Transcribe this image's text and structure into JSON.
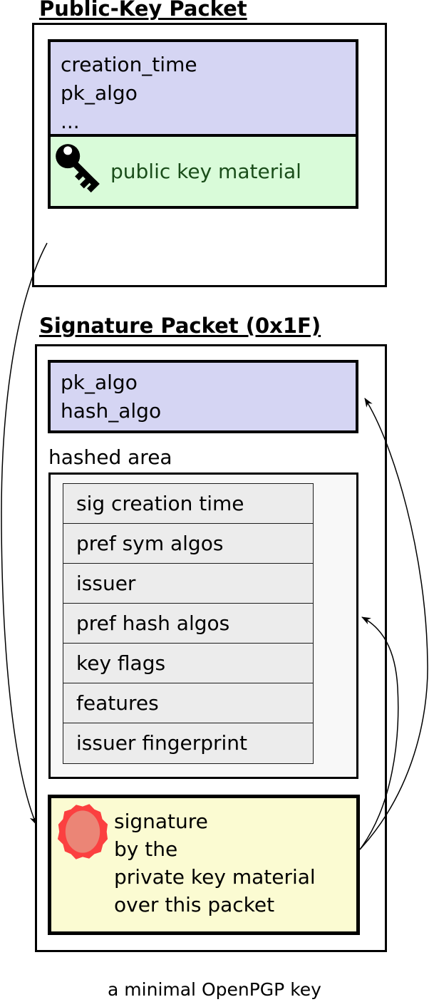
{
  "caption": "a minimal OpenPGP key",
  "colors": {
    "header_fields_bg": "#d5d5f3",
    "key_material_bg": "#d9fbd9",
    "key_material_text": "#1a4d1a",
    "signature_bg": "#fbfbd2",
    "hashed_area_bg": "#f8f8f8",
    "subpacket_row_bg": "#ececec",
    "seal_ring": "#fb4040",
    "seal_fill": "#eb8576",
    "outline": "#000000"
  },
  "public_key_packet": {
    "title": "Public-Key Packet",
    "header_fields": [
      "creation_time",
      "pk_algo",
      "..."
    ],
    "material_icon": "key-icon",
    "material_label": "public key material"
  },
  "signature_packet": {
    "title": "Signature Packet (0x1F)",
    "header_fields": [
      "pk_algo",
      "hash_algo"
    ],
    "hashed_area_label": "hashed area",
    "hashed_subpackets": [
      "sig creation time",
      "pref sym algos",
      "issuer",
      "pref hash algos",
      "key flags",
      "features",
      "issuer fingerprint"
    ],
    "signature_icon": "seal-icon",
    "signature_lines": [
      "signature",
      "by the",
      "private key material",
      "over this packet"
    ]
  }
}
